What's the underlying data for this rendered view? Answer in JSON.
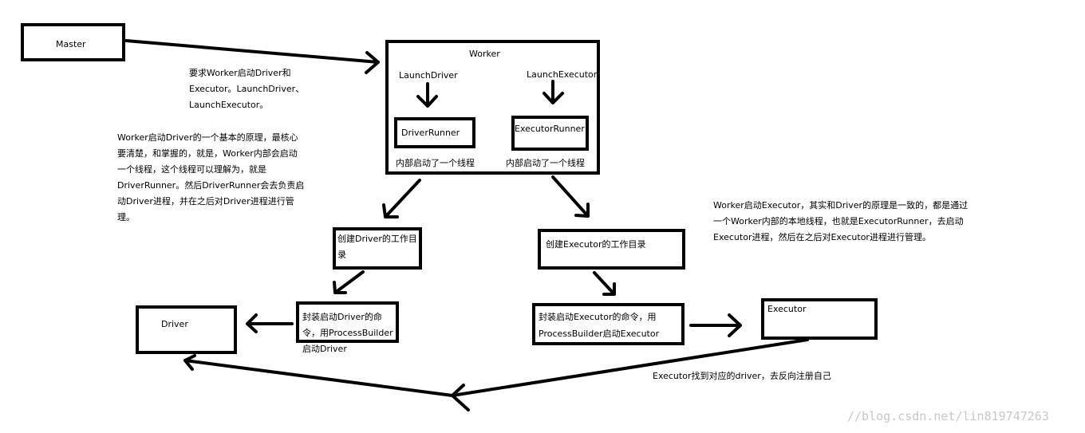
{
  "nodes": {
    "master": "Master",
    "worker": "Worker",
    "launch_driver": "LaunchDriver",
    "launch_executor": "LaunchExecutor",
    "driver_runner": "DriverRunner",
    "executor_runner": "ExecutorRunner",
    "inner_thread_left": "内部启动了一个线程",
    "inner_thread_right": "内部启动了一个线程",
    "create_driver_dir_line1": "创建Driver的工作目",
    "create_driver_dir_line2": "录",
    "create_executor_dir": "创建Executor的工作目录",
    "package_driver_line1": "封装启动Driver的命",
    "package_driver_line2": "令，用ProcessBuilder",
    "package_driver_line3": "启动Driver",
    "package_executor_line1": "封装启动Executor的命令，用",
    "package_executor_line2": "ProcessBuilder启动Executor",
    "driver": "Driver",
    "executor": "Executor"
  },
  "notes": {
    "request": [
      "要求Worker启动Driver和",
      "Executor。LaunchDriver、",
      "LaunchExecutor。"
    ],
    "driver_principle": [
      "Worker启动Driver的一个基本的原理，最核心",
      "要清楚，和掌握的，就是，Worker内部会启动",
      "一个线程，这个线程可以理解为，就是",
      "DriverRunner。然后DriverRunner会去负责启",
      "动Driver进程，并在之后对Driver进程进行管",
      "理。"
    ],
    "executor_principle": [
      "Worker启动Executor，其实和Driver的原理是一致的，都是通过",
      "一个Worker内部的本地线程，也就是ExecutorRunner，去启动",
      "Executor进程，然后在之后对Executor进程进行管理。"
    ],
    "executor_register": "Executor找到对应的driver，去反向注册自己"
  },
  "watermark": "//blog.csdn.net/lin819747263"
}
